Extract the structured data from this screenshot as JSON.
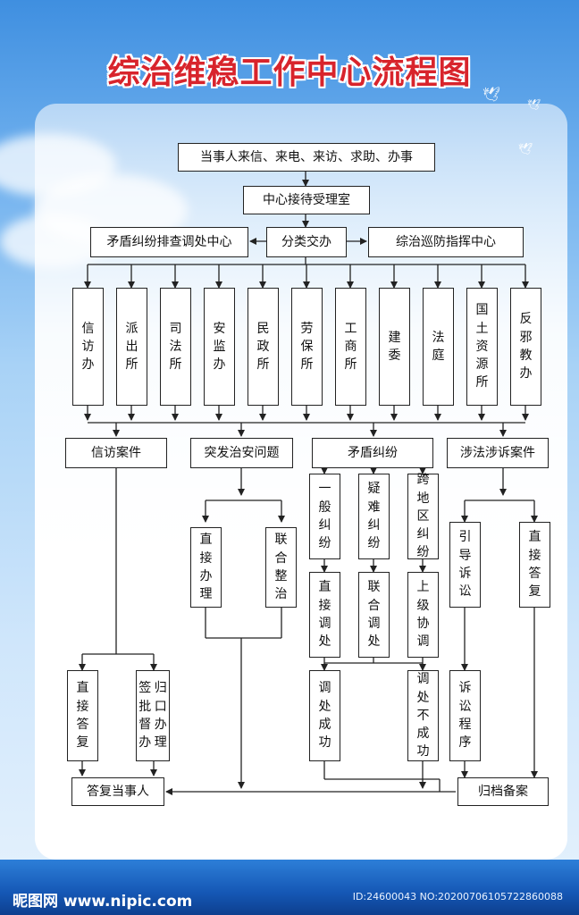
{
  "title": "综治维稳工作中心流程图",
  "row1": "当事人来信、来电、来访、求助、办事",
  "row2": "中心接待受理室",
  "row3": {
    "left": "矛盾纠纷排查调处中心",
    "center": "分类交办",
    "right": "综治巡防指挥中心"
  },
  "departments": [
    "信访办",
    "派出所",
    "司法所",
    "安监办",
    "民政所",
    "劳保所",
    "工商所",
    "建委",
    "法庭",
    "国土资源所",
    "反邪教办"
  ],
  "categories": {
    "petition": "信访案件",
    "security": "突发治安问题",
    "dispute": "矛盾纠纷",
    "lawsuit": "涉法涉诉案件"
  },
  "dispute_types": [
    "一般纠纷",
    "疑难纠纷",
    "跨地区纠纷"
  ],
  "dispute_actions": [
    "直接调处",
    "联合调处",
    "上级协调"
  ],
  "security_actions": [
    "直接办理",
    "联合整治"
  ],
  "lawsuit_actions": [
    "引导诉讼",
    "直接答复"
  ],
  "petition_actions": [
    "直接答复",
    "签批督办",
    "归口办理"
  ],
  "results": {
    "success": "调处成功",
    "fail": "调处不成功",
    "litigation": "诉讼程序"
  },
  "finals": {
    "reply": "答复当事人",
    "archive": "归档备案"
  },
  "watermark": {
    "site": "昵图网 www.nipic.com",
    "id": "ID:24600043 NO:20200706105722860088"
  },
  "colors": {
    "title": "#d8242c",
    "sky": "#6fb0ee",
    "footer": "#1557b5"
  }
}
